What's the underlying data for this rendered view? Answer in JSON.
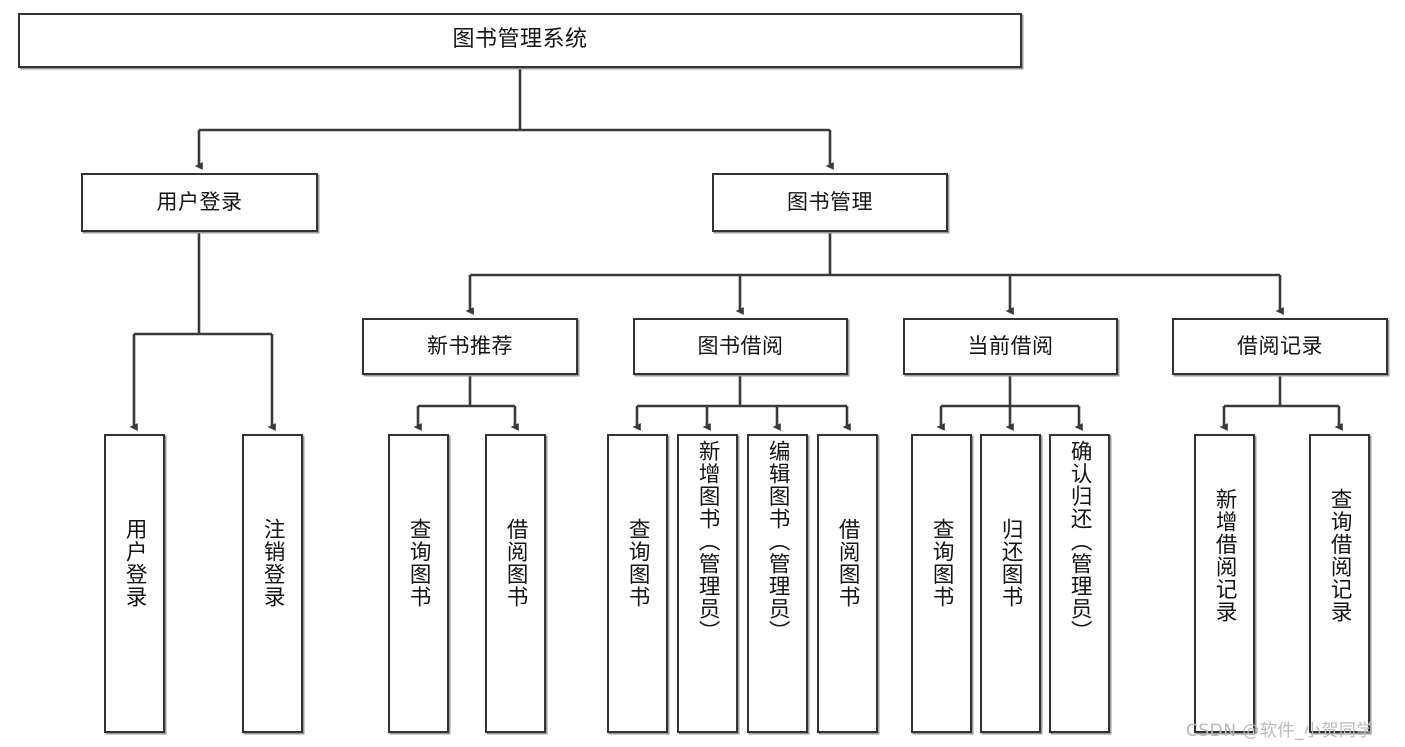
{
  "diagram": {
    "title": "图书管理系统",
    "type": "tree",
    "root": {
      "label": "图书管理系统"
    },
    "level2": [
      {
        "label": "用户登录"
      },
      {
        "label": "图书管理"
      }
    ],
    "level3": [
      {
        "label": "新书推荐"
      },
      {
        "label": "图书借阅"
      },
      {
        "label": "当前借阅"
      },
      {
        "label": "借阅记录"
      }
    ],
    "leaves": {
      "user_login": [
        {
          "label": "用户登录"
        },
        {
          "label": "注销登录"
        }
      ],
      "new_book_recommend": [
        {
          "label": "查询图书"
        },
        {
          "label": "借阅图书"
        }
      ],
      "book_borrow": [
        {
          "label": "查询图书"
        },
        {
          "label": "新增图书（管理员）"
        },
        {
          "label": "编辑图书（管理员）"
        },
        {
          "label": "借阅图书"
        }
      ],
      "current_borrow": [
        {
          "label": "查询图书"
        },
        {
          "label": "归还图书"
        },
        {
          "label": "确认归还（管理员）"
        }
      ],
      "borrow_records": [
        {
          "label": "新增借阅记录"
        },
        {
          "label": "查询借阅记录"
        }
      ]
    }
  },
  "watermark": {
    "text": "CSDN @软件_小贺同学"
  },
  "colors": {
    "box_border": "#333333",
    "box_fill": "#ffffff",
    "edge": "#3a3a3a",
    "text": "#141414",
    "watermark": "#b9b9b9"
  }
}
